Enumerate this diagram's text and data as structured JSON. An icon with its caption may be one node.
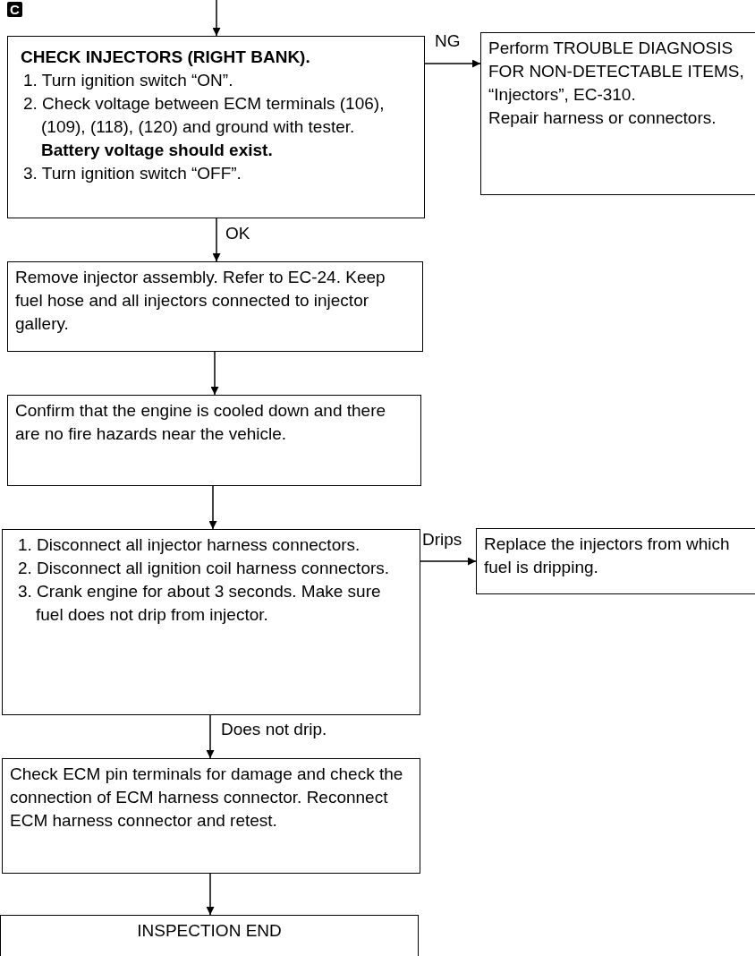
{
  "diagram": {
    "nodes": [
      {
        "text": [
          "CHECK INJECTORS (RIGHT BANK).",
          "1. Turn ignition switch “ON”.",
          "2. Check voltage between ECM terminals (106), (109), (118), (120) and ground with tester.",
          "Battery voltage should exist.",
          "3. Turn ignition switch “OFF”."
        ]
      },
      {
        "text": [
          "Perform TROUBLE DIAGNOSIS FOR NON-DETECTABLE ITEMS, “Injectors”, EC-310.",
          "Repair harness or connectors."
        ]
      },
      {
        "text": [
          "Remove injector assembly. Refer to EC-24. Keep fuel hose and all injectors connected to injector gallery."
        ]
      },
      {
        "text": [
          "Confirm that the engine is cooled down and there are no fire hazards near the vehicle."
        ]
      },
      {
        "text": [
          "1. Disconnect all injector harness connectors.",
          "2. Disconnect all ignition coil harness connectors.",
          "3. Crank engine for about 3 seconds. Make sure fuel does not drip from injector."
        ]
      },
      {
        "text": [
          "Replace the injectors from which fuel is dripping."
        ]
      },
      {
        "text": [
          "Check ECM pin terminals for damage and check the connection of ECM harness connector. Reconnect ECM harness connector and retest."
        ]
      },
      {
        "text": [
          "INSPECTION END"
        ]
      }
    ],
    "edges": [
      {
        "from": null,
        "to": 0,
        "arrow": "to"
      },
      {
        "from": 0,
        "to": 1,
        "arrow": "to",
        "label": "NG"
      },
      {
        "from": 0,
        "to": 2,
        "arrow": "to",
        "label": "OK"
      },
      {
        "from": 2,
        "to": 3,
        "arrow": "to"
      },
      {
        "from": 3,
        "to": 4,
        "arrow": "to"
      },
      {
        "from": 4,
        "to": 5,
        "arrow": "to",
        "label": "Drips"
      },
      {
        "from": 4,
        "to": 6,
        "arrow": "to",
        "label": "Does not drip."
      },
      {
        "from": 6,
        "to": 7,
        "arrow": "to"
      }
    ],
    "labels": [
      "C"
    ]
  }
}
